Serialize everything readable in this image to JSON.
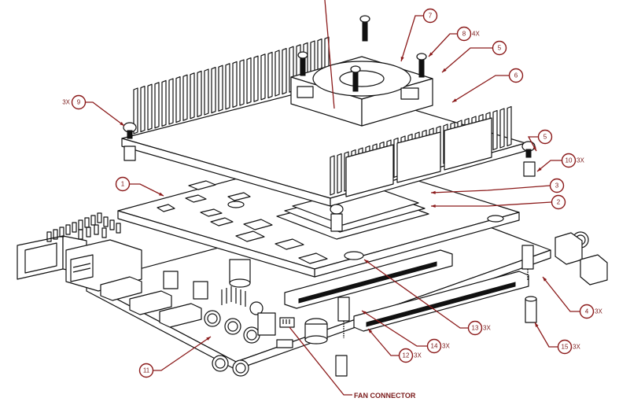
{
  "drawing": {
    "type": "exploded-assembly-view",
    "subject": "embedded board with heatsink and fan",
    "callouts": [
      {
        "id": "1",
        "number": "1",
        "qty": ""
      },
      {
        "id": "2",
        "number": "2",
        "qty": ""
      },
      {
        "id": "3",
        "number": "3",
        "qty": ""
      },
      {
        "id": "4",
        "number": "4",
        "qty": "3X"
      },
      {
        "id": "5a",
        "number": "5",
        "qty": ""
      },
      {
        "id": "5b",
        "number": "5",
        "qty": ""
      },
      {
        "id": "6",
        "number": "6",
        "qty": ""
      },
      {
        "id": "7",
        "number": "7",
        "qty": ""
      },
      {
        "id": "8",
        "number": "8",
        "qty": "4X"
      },
      {
        "id": "9",
        "number": "9",
        "qty": "3X"
      },
      {
        "id": "10",
        "number": "10",
        "qty": "3X"
      },
      {
        "id": "11",
        "number": "11",
        "qty": ""
      },
      {
        "id": "12",
        "number": "12",
        "qty": "3X"
      },
      {
        "id": "13",
        "number": "13",
        "qty": "3X"
      },
      {
        "id": "14",
        "number": "14",
        "qty": "3X"
      },
      {
        "id": "15",
        "number": "15",
        "qty": "3X"
      }
    ],
    "labels": {
      "fan_connector": "FAN CONNECTOR"
    },
    "colors": {
      "callout": "#8b1a1a",
      "linework": "#111111",
      "background": "#ffffff"
    }
  }
}
